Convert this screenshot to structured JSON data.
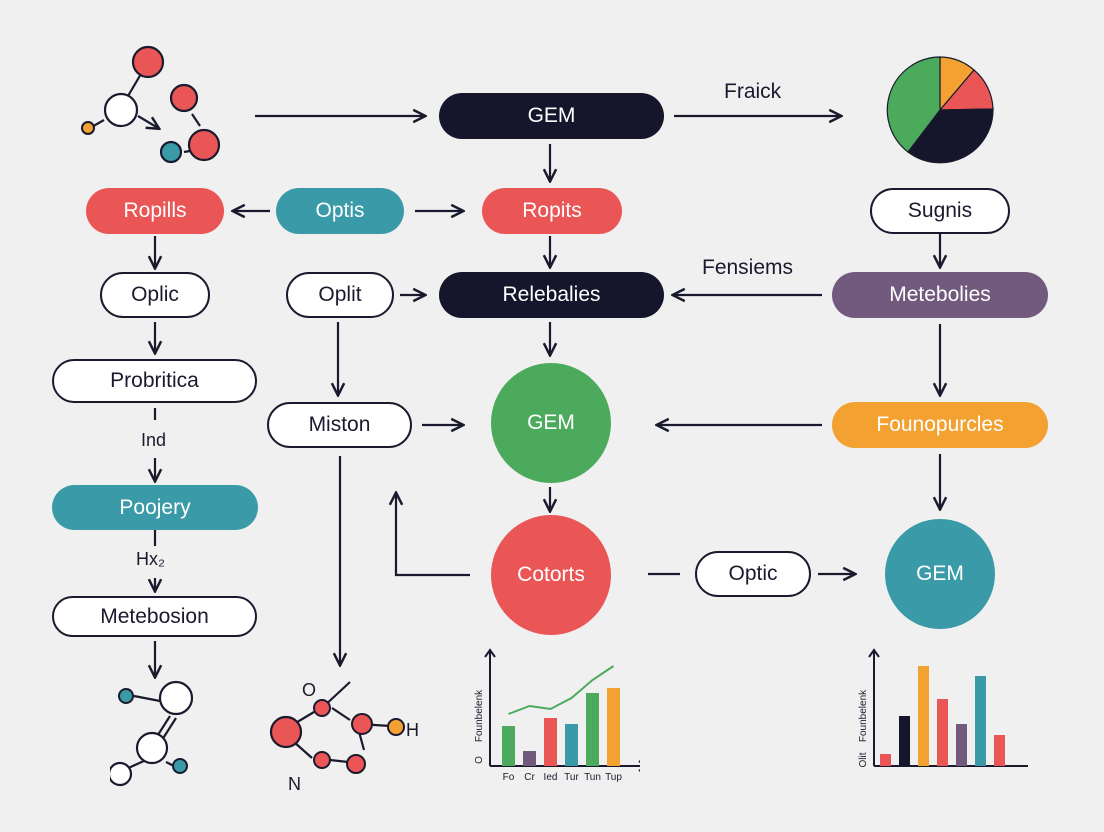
{
  "colors": {
    "navy": "#15152b",
    "coral": "#ea5555",
    "teal": "#3a9aa8",
    "green": "#4caa5c",
    "purple": "#725a7e",
    "orange": "#f3a232",
    "line": "#1a1a2e",
    "background": "#f0f0f0"
  },
  "nodes": {
    "gem_top": "GEM",
    "ropills": "Ropills",
    "optis": "Optis",
    "ropits": "Ropits",
    "sugnis": "Sugnis",
    "oplic": "Oplic",
    "oplit": "Oplit",
    "relebalies": "Relebalies",
    "metebolies": "Metebolies",
    "probritica": "Probritica",
    "miston": "Miston",
    "gem_center": "GEM",
    "founopurcles": "Founopurcles",
    "poojery": "Poojery",
    "cotorts": "Cotorts",
    "optic": "Optic",
    "gem_right": "GEM",
    "metebosion": "Metebosion"
  },
  "labels": {
    "fraick": "Fraick",
    "fensiems": "Fensiems",
    "ind": "Ind",
    "hx": "Hx₂",
    "mol_o": "O",
    "mol_h": "H",
    "mol_n": "N"
  },
  "chart_data": [
    {
      "type": "bar",
      "ylabel": "Founbelenk",
      "categories": [
        "Fo",
        "Cr",
        "Ied",
        "Tur",
        "Tun",
        "Tup"
      ],
      "values": [
        40,
        15,
        48,
        42,
        73,
        78
      ],
      "ylim": [
        0,
        100
      ],
      "origin_label": "O",
      "overlay_line": [
        52,
        60,
        57,
        68,
        86,
        100
      ],
      "bar_colors": [
        "#4caa5c",
        "#725a7e",
        "#ea5555",
        "#3a9aa8",
        "#4caa5c",
        "#f3a232"
      ],
      "grid": false,
      "legend": "none"
    },
    {
      "type": "bar",
      "ylabel": "Founbelenk",
      "origin_label": "Olit",
      "categories": [],
      "values": [
        12,
        50,
        100,
        67,
        42,
        90,
        31
      ],
      "ylim": [
        0,
        100
      ],
      "bar_colors": [
        "#ea5555",
        "#15152b",
        "#f3a232",
        "#ea5555",
        "#725a7e",
        "#3a9aa8",
        "#ea5555"
      ],
      "grid": false,
      "legend": "none"
    }
  ]
}
